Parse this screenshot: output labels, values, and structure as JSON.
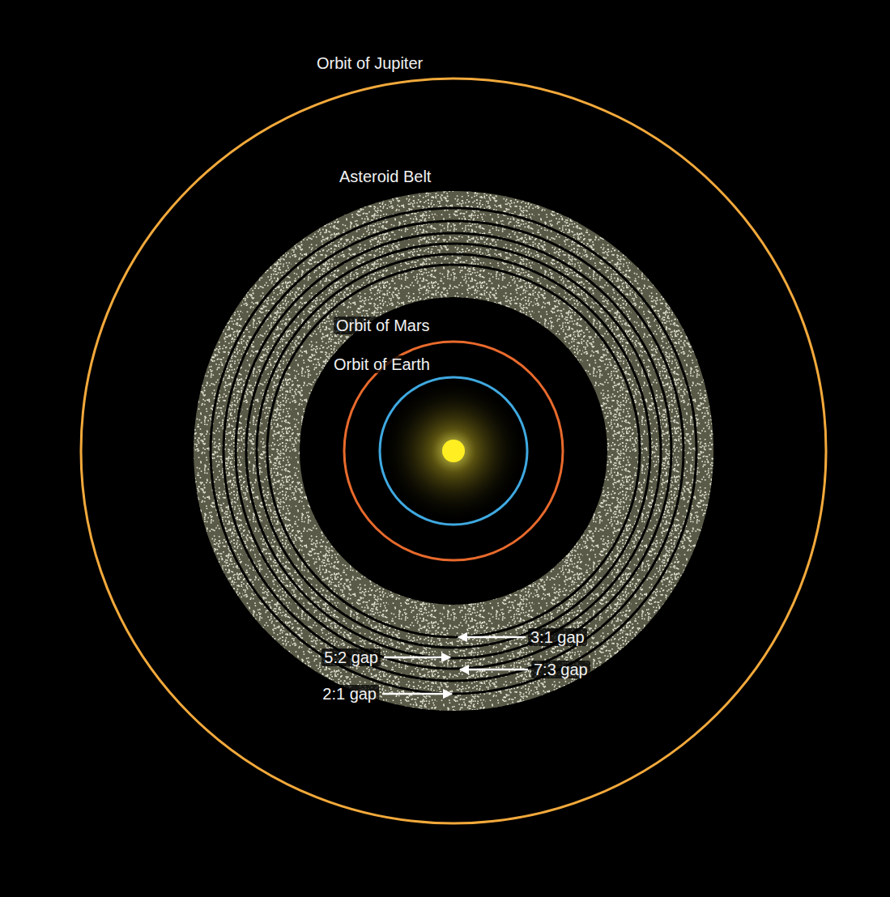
{
  "diagram": {
    "labels": [
      "Orbit of Jupiter",
      "Asteroid Belt",
      "Orbit of Mars",
      "Orbit of Earth",
      "3:1 gap",
      "5:2 gap",
      "7:3 gap",
      "2:1 gap"
    ]
  }
}
